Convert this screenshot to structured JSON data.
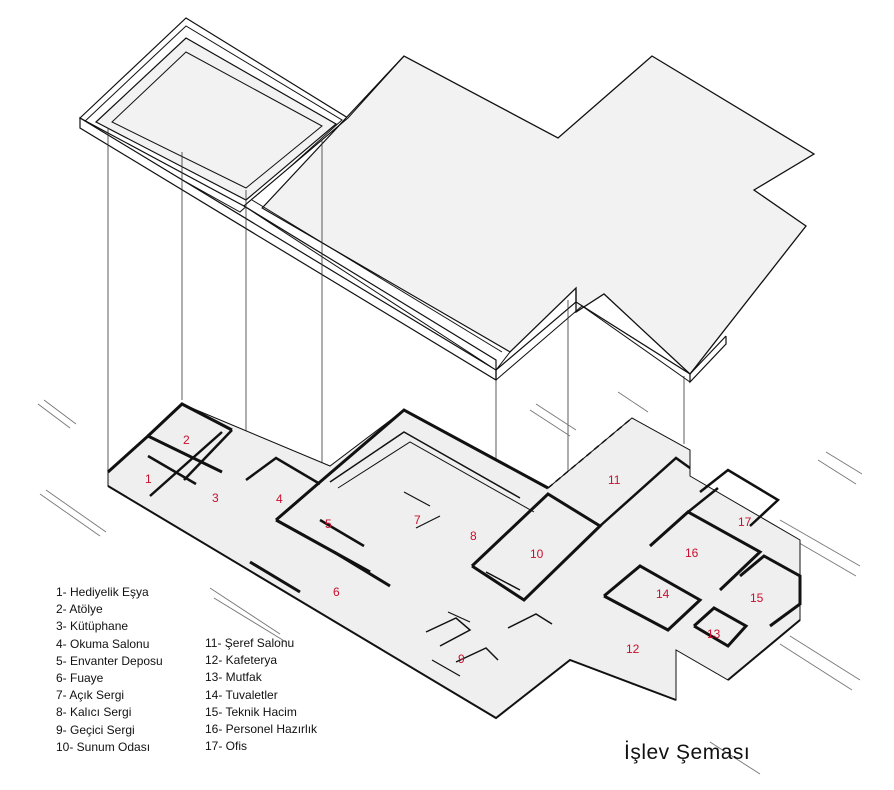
{
  "title": "İşlev Şeması",
  "legend_left": [
    "1- Hediyelik Eşya",
    "2- Atölye",
    "3- Kütüphane",
    "4- Okuma Salonu",
    "5- Envanter Deposu",
    "6- Fuaye",
    "7- Açık Sergi",
    "8- Kalıcı Sergi",
    "9- Geçici Sergi",
    "10- Sunum Odası"
  ],
  "legend_right": [
    "11- Şeref Salonu",
    "12- Kafeterya",
    "13- Mutfak",
    "14- Tuvaletler",
    "15- Teknik Hacim",
    "16- Personel Hazırlık",
    "17- Ofis"
  ],
  "room_numbers": [
    "1",
    "2",
    "3",
    "4",
    "5",
    "6",
    "7",
    "8",
    "9",
    "10",
    "11",
    "12",
    "13",
    "14",
    "15",
    "16",
    "17"
  ],
  "colors": {
    "room_number": "#c8102e",
    "line": "#111111",
    "floor": "#eeeeee",
    "roof": "#f2f2f2"
  }
}
